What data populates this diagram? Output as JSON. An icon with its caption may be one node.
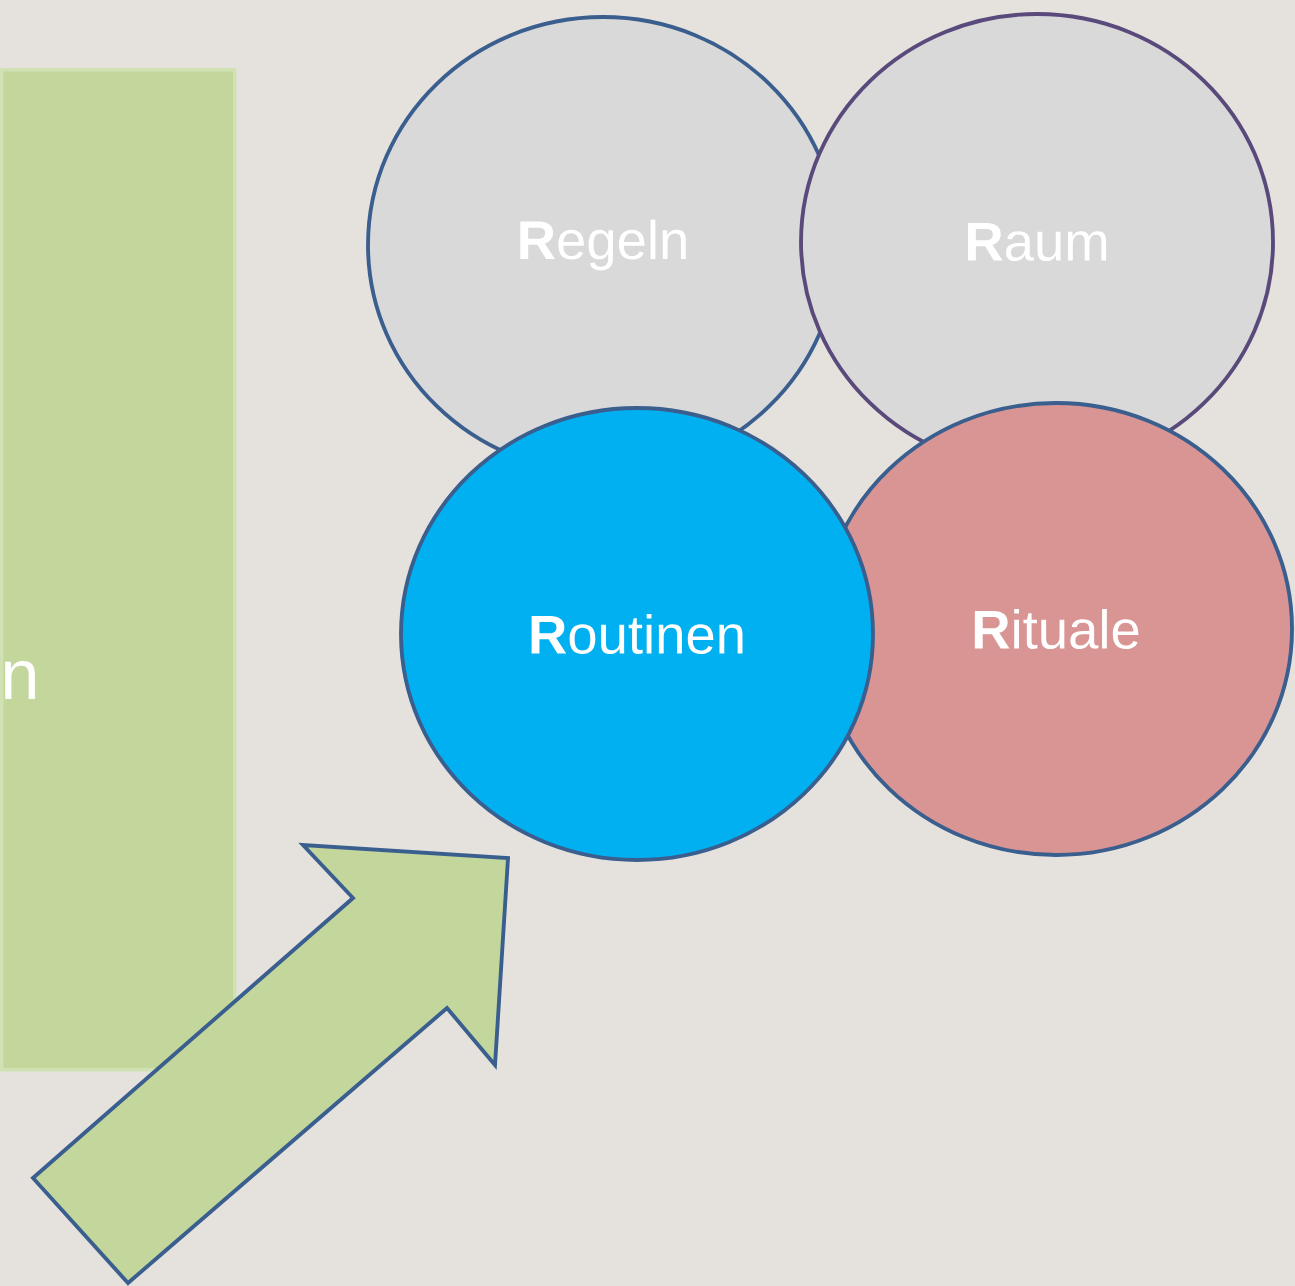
{
  "diagram": {
    "nodes": [
      {
        "text": [
          "n"
        ]
      },
      {
        "text": [
          "**R**egeln"
        ]
      },
      {
        "text": [
          "**R**aum"
        ]
      },
      {
        "text": [
          "**R**outinen"
        ]
      },
      {
        "text": [
          "**R**ituale"
        ]
      }
    ],
    "edges": [
      {
        "from": null,
        "to": 3,
        "arrow": "to"
      }
    ]
  }
}
